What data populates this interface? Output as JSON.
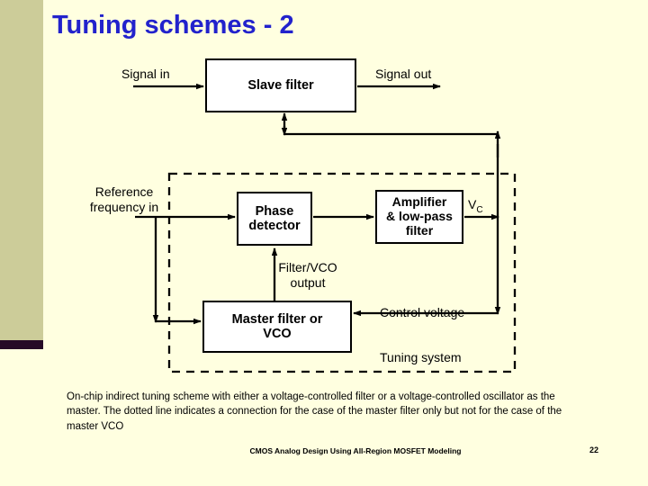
{
  "slide": {
    "title": "Tuning schemes - 2",
    "background_color": "#FFFFE0",
    "title_color": "#2222CC",
    "sidebar_color": "#CCCC99",
    "sidebar_accent_color": "#260A26"
  },
  "diagram": {
    "type": "block-diagram",
    "boxes": [
      {
        "id": "slave-filter",
        "label": "Slave filter"
      },
      {
        "id": "phase-detector",
        "label": "Phase\ndetector"
      },
      {
        "id": "amplifier",
        "label": "Amplifier\n& low-pass\nfilter"
      },
      {
        "id": "master-filter",
        "label": "Master filter or\nVCO"
      }
    ],
    "labels": {
      "signal_in": "Signal in",
      "signal_out": "Signal out",
      "reference_frequency_in": "Reference\nfrequency in",
      "vc": "V",
      "vc_subscript": "C",
      "filter_vco_output": "Filter/VCO\noutput",
      "control_voltage": "Control voltage",
      "tuning_system": "Tuning system"
    },
    "dashed_region_label": "Tuning system",
    "line_color": "#000000"
  },
  "caption": "On-chip indirect tuning scheme with either a voltage-controlled filter or a voltage-controlled oscillator as the master. The dotted line indicates a connection for the case of the master filter only but not for the case of the master VCO",
  "footer": {
    "text": "CMOS Analog Design Using All-Region MOSFET Modeling",
    "page_number": "22"
  }
}
